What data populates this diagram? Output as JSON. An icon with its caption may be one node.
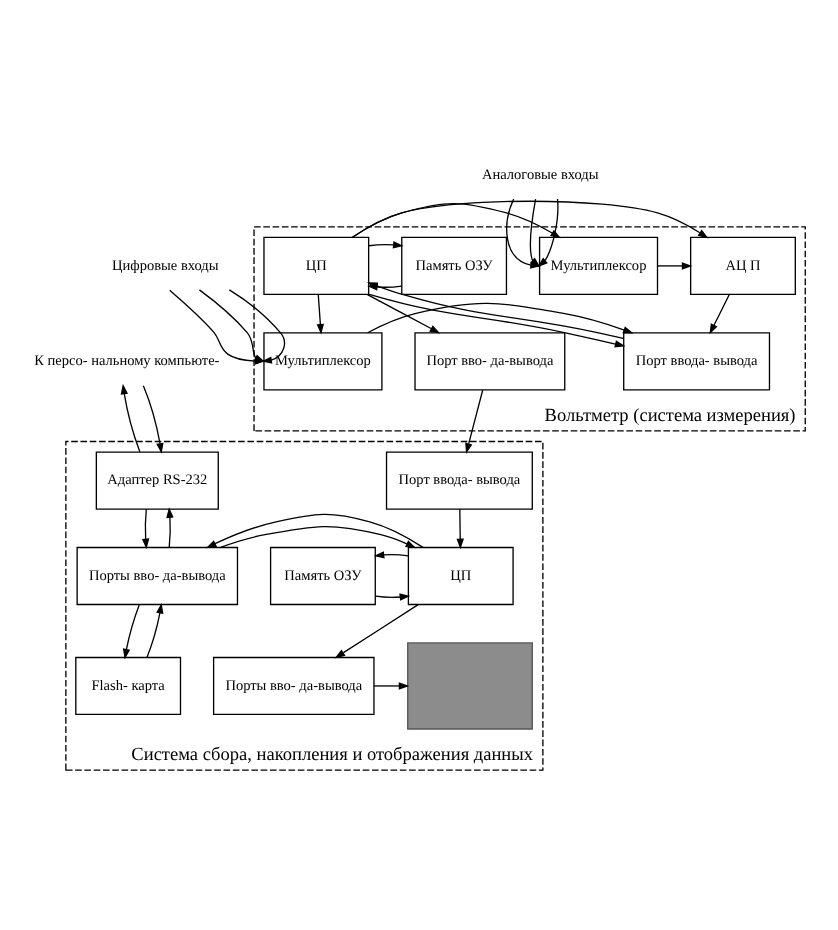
{
  "diagram": {
    "nodes": [
      {
        "text": [
          "Вольтметр (система измерения)"
        ]
      },
      {
        "text": [
          "Мультиплексор"
        ],
        "in": 0
      },
      {
        "text": [
          "АЦ П"
        ],
        "in": 0
      },
      {
        "text": [
          "ЦП"
        ],
        "in": 0
      },
      {
        "text": [
          "Память ОЗУ"
        ],
        "in": 0
      },
      {
        "text": [
          "Мультиплексор"
        ],
        "in": 0
      },
      {
        "text": [
          "Порт ввода- вывода"
        ],
        "in": 0
      },
      {
        "text": [
          "Порт вво- да-вывода"
        ],
        "in": 0
      },
      {
        "text": [
          "Аналоговые входы"
        ]
      },
      {
        "text": [
          "Цифровые входы"
        ]
      },
      {
        "text": [
          "Система сбора, накопления и отображения данных"
        ]
      },
      {
        "text": [
          "Адаптер RS-232"
        ],
        "in": 10
      },
      {
        "text": [
          "Порт ввода- вывода"
        ],
        "in": 10
      },
      {
        "text": [
          "Порты вво- да-вывода"
        ],
        "in": 10
      },
      {
        "text": [
          "ЦП"
        ],
        "in": 10
      },
      {
        "text": [
          "Память ОЗУ"
        ],
        "in": 10
      },
      {
        "text": [
          "Flash- карта"
        ],
        "in": 10
      },
      {
        "text": [
          "Порты вво- да-вывода"
        ],
        "in": 10
      },
      {
        "text": [],
        "shape": "box",
        "in": 10
      },
      {
        "text": [
          "К персо- нальному компьюте-"
        ]
      }
    ],
    "edges": [
      {
        "from": 8,
        "to": 1,
        "arrow": "to"
      },
      {
        "from": 8,
        "to": 1,
        "arrow": "to"
      },
      {
        "from": 8,
        "to": 1,
        "arrow": "to"
      },
      {
        "from": 9,
        "to": 5,
        "arrow": "to"
      },
      {
        "from": 9,
        "to": 5,
        "arrow": "to"
      },
      {
        "from": 9,
        "to": 5,
        "arrow": "to"
      },
      {
        "from": 1,
        "to": 2,
        "arrow": "to"
      },
      {
        "from": 3,
        "to": 1,
        "arrow": "to"
      },
      {
        "from": 3,
        "to": 2,
        "arrow": "to"
      },
      {
        "from": 4,
        "to": 3,
        "arrow": "to"
      },
      {
        "from": 3,
        "to": 4,
        "arrow": "to"
      },
      {
        "from": 2,
        "to": 6,
        "arrow": "to"
      },
      {
        "from": 6,
        "to": 3,
        "arrow": "to"
      },
      {
        "from": 5,
        "to": 6,
        "arrow": "to"
      },
      {
        "from": 3,
        "to": 6,
        "arrow": "to"
      },
      {
        "from": 3,
        "to": 5,
        "arrow": "to"
      },
      {
        "from": 3,
        "to": 7,
        "arrow": "to"
      },
      {
        "from": 7,
        "to": 12,
        "arrow": "to"
      },
      {
        "from": 11,
        "to": 19,
        "arrow": "to"
      },
      {
        "from": 19,
        "to": 11,
        "arrow": "to"
      },
      {
        "from": 13,
        "to": 11,
        "arrow": "to"
      },
      {
        "from": 11,
        "to": 13,
        "arrow": "to"
      },
      {
        "from": 13,
        "to": 14,
        "arrow": "to"
      },
      {
        "from": 14,
        "to": 13,
        "arrow": "to"
      },
      {
        "from": 13,
        "to": 16,
        "arrow": "to"
      },
      {
        "from": 16,
        "to": 13,
        "arrow": "to"
      },
      {
        "from": 12,
        "to": 14,
        "arrow": "to"
      },
      {
        "from": 15,
        "to": 14,
        "arrow": "to"
      },
      {
        "from": 14,
        "to": 15,
        "arrow": "to"
      },
      {
        "from": 14,
        "to": 17,
        "arrow": "to"
      },
      {
        "from": 17,
        "to": 18,
        "arrow": "to"
      }
    ]
  }
}
